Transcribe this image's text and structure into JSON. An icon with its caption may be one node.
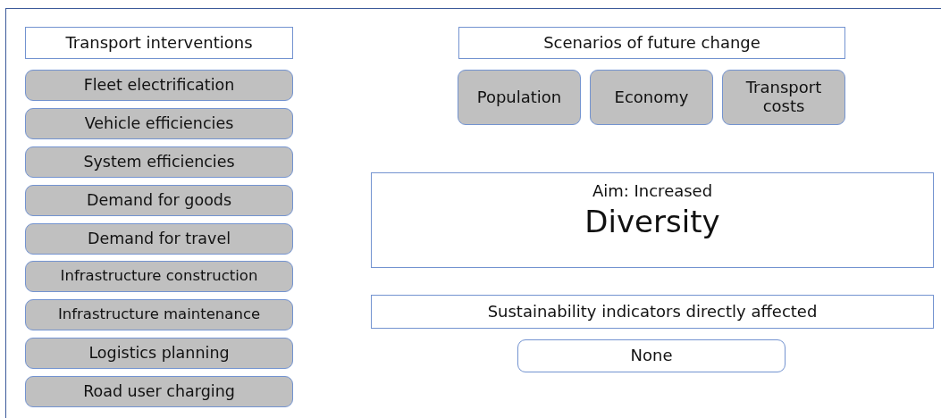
{
  "diagram": {
    "nodes": [
      {
        "text": [
          "Transport interventions"
        ]
      },
      {
        "text": [
          "Fleet electrification"
        ]
      },
      {
        "text": [
          "Vehicle efficiencies"
        ]
      },
      {
        "text": [
          "System efficiencies"
        ]
      },
      {
        "text": [
          "Demand for goods"
        ]
      },
      {
        "text": [
          "Demand for travel"
        ]
      },
      {
        "text": [
          "Infrastructure construction"
        ]
      },
      {
        "text": [
          "Infrastructure maintenance"
        ]
      },
      {
        "text": [
          "Logistics planning"
        ]
      },
      {
        "text": [
          "Road user charging"
        ]
      },
      {
        "text": [
          "Scenarios of future change"
        ]
      },
      {
        "text": [
          "Population"
        ]
      },
      {
        "text": [
          "Economy"
        ]
      },
      {
        "text": [
          "Transport costs"
        ]
      },
      {
        "text": [
          "Aim: Increased",
          "Diversity"
        ]
      },
      {
        "text": [
          "Sustainability indicators directly affected"
        ]
      },
      {
        "text": [
          "None"
        ]
      }
    ]
  }
}
